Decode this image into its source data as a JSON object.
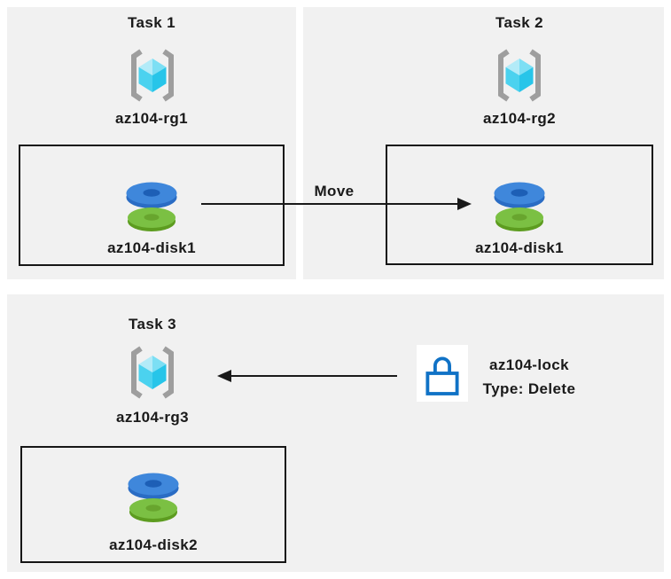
{
  "colors": {
    "panel-bg": "#f1f1f1",
    "box-border": "#161616",
    "text": "#1a1a1a",
    "arrow": "#1a1a1a",
    "bracket-gray": "#9e9e9e",
    "cube-top-left": "#b3ebf8",
    "cube-top-right": "#7cdff4",
    "cube-left": "#4bd2ef",
    "cube-right": "#27c5e9",
    "disk-blue-top": "#3f87db",
    "disk-blue-side": "#2a6cc4",
    "disk-blue-hole": "#1d5fb6",
    "disk-green-top": "#7bc043",
    "disk-green-side": "#5d9c20",
    "disk-green-hole": "#68a52e",
    "lock-blue": "#1072c6",
    "lock-bg": "#ffffff"
  },
  "tasks": [
    {
      "title": "Task 1",
      "resource_group": "az104-rg1",
      "disk": "az104-disk1"
    },
    {
      "title": "Task 2",
      "resource_group": "az104-rg2",
      "disk": "az104-disk1"
    },
    {
      "title": "Task 3",
      "resource_group": "az104-rg3",
      "disk": "az104-disk2"
    }
  ],
  "arrows": {
    "move_label": "Move"
  },
  "lock": {
    "name": "az104-lock",
    "type": "Type: Delete"
  },
  "icons": {
    "resource_group": "resource-group-icon",
    "disk": "managed-disk-icon",
    "lock": "lock-icon"
  }
}
